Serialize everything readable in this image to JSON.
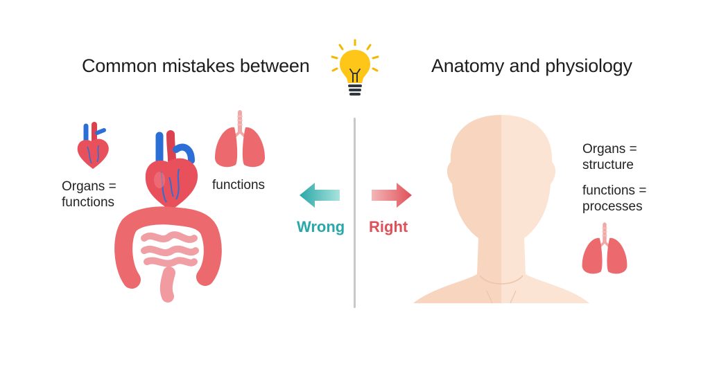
{
  "header": {
    "left_title": "Common mistakes between",
    "right_title": "Anatomy and physiology"
  },
  "left": {
    "organs_label_line1": "Organs =",
    "organs_label_line2": "functions",
    "functions_label": "functions"
  },
  "center": {
    "wrong_label": "Wrong",
    "right_label": "Right",
    "wrong_color": "#2aa7a8",
    "right_color": "#e05058"
  },
  "right": {
    "structure_line1": "Organs =",
    "structure_line2": "structure",
    "process_line1": "functions =",
    "process_line2": "processes"
  },
  "icons": [
    "lightbulb-icon",
    "heart-icon",
    "lungs-icon",
    "intestines-icon",
    "head-icon",
    "arrow-left-icon",
    "arrow-right-icon"
  ]
}
